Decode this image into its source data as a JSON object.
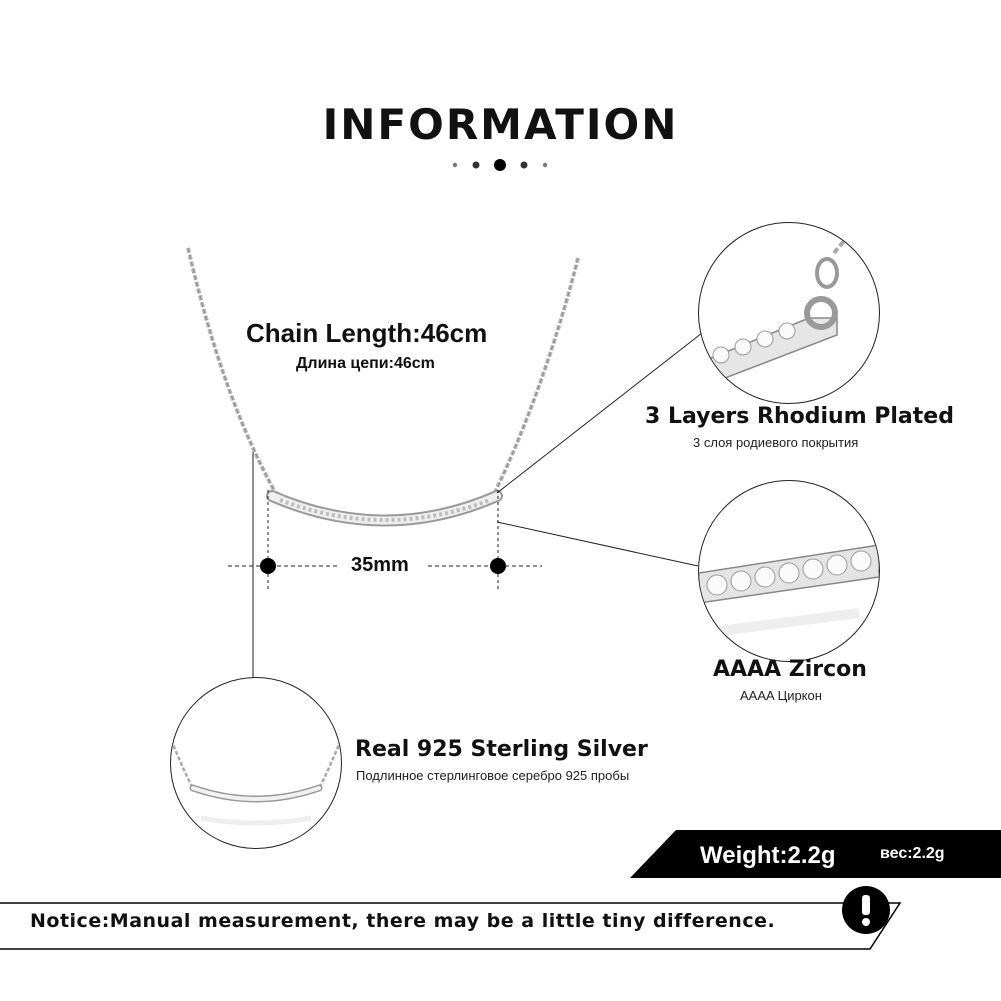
{
  "title": "INFORMATION",
  "chain_length": {
    "en": "Chain Length:46cm",
    "ru": "Длина цепи:46cm"
  },
  "width_label": "35mm",
  "features": [
    {
      "en": "3 Layers Rhodium Plated",
      "ru": "3 слоя родиевого покрытия"
    },
    {
      "en": "AAAA Zircon",
      "ru": "AAAA Циркон"
    },
    {
      "en": "Real 925  Sterling  Silver",
      "ru": "Подлинное стерлинговое серебро 925 пробы"
    }
  ],
  "weight": {
    "en": "Weight:2.2g",
    "ru": "вес:2.2g"
  },
  "notice": "Notice:Manual measurement, there may be a little tiny difference.",
  "notice_icon": "exclamation-icon",
  "colors": {
    "black": "#000000",
    "silver": "#c8c8c8"
  }
}
